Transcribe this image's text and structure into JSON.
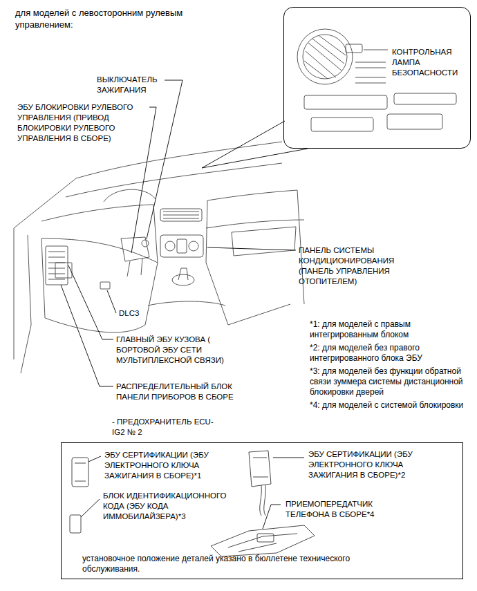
{
  "diagram": {
    "title": "для моделей с левосторонним рулевым управлением:",
    "nodes": [
      {
        "text": [
          "КОНТРОЛЬНАЯ ЛАМПА БЕЗОПАСНОСТИ"
        ]
      },
      {
        "text": [
          "ЭБУ СЕРТИФИКАЦИИ (ЭБУ ЭЛЕКТРОННОГО КЛЮЧА ЗАЖИГАНИЯ В СБОРЕ)*1",
          "ЭБУ СЕРТИФИКАЦИИ (ЭБУ ЭЛЕКТРОННОГО КЛЮЧА ЗАЖИГАНИЯ В СБОРЕ)*2",
          "БЛОК ИДЕНТИФИКАЦИОННОГО КОДА (ЭБУ КОДА ИММОБИЛАЙЗЕРА)*3",
          "ПРИЕМОПЕРЕДАТЧИК ТЕЛЕФОНА В СБОРЕ*4",
          "установочное положение деталей указано в бюллетене технического обслуживания."
        ]
      }
    ],
    "labels": [
      "ВЫКЛЮЧАТЕЛЬ ЗАЖИГАНИЯ",
      "ЭБУ БЛОКИРОВКИ РУЛЕВОГО УПРАВЛЕНИЯ (ПРИВОД БЛОКИРОВКИ РУЛЕВОГО УПРАВЛЕНИЯ В СБОРЕ)",
      "ПАНЕЛЬ СИСТЕМЫ КОНДИЦИОНИРОВАНИЯ (ПАНЕЛЬ УПРАВЛЕНИЯ ОТОПИТЕЛЕМ)",
      "DLC3",
      "ГЛАВНЫЙ ЭБУ КУЗОВА ( БОРТОВОЙ ЭБУ СЕТИ МУЛЬТИПЛЕКСНОЙ СВЯЗИ)",
      "РАСПРЕДЕЛИТЕЛЬНЫЙ БЛОК ПАНЕЛИ ПРИБОРОВ В СБОРЕ",
      "*1: для моделей с правым интегрированным блоком",
      "*2: для моделей без правого интегрированного блока ЭБУ",
      "*3: для моделей без функции обратной связи зуммера системы дистанционной блокировки дверей",
      "*4: для моделей с системой блокировки",
      "- ПРЕДОХРАНИТЕЛЬ ECU-IG2 № 2"
    ]
  }
}
